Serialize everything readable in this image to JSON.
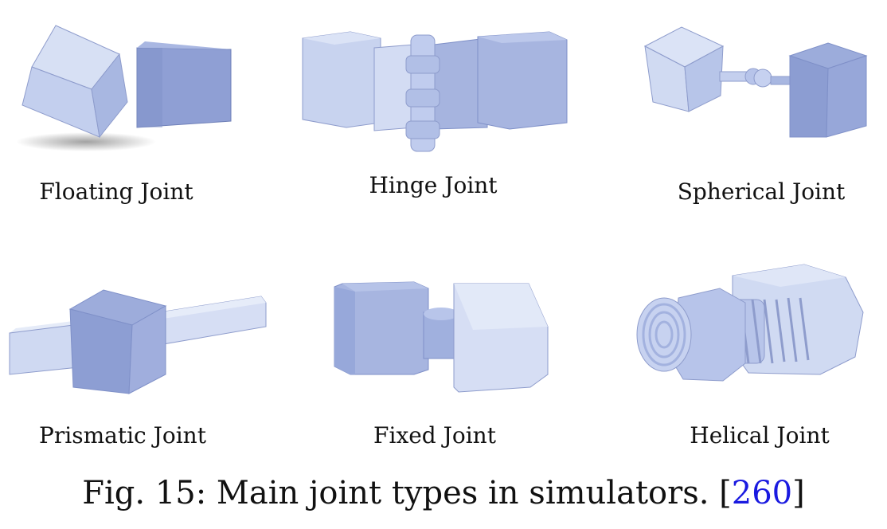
{
  "panels": {
    "floating": {
      "label": "Floating Joint"
    },
    "hinge": {
      "label": "Hinge Joint"
    },
    "spherical": {
      "label": "Spherical Joint"
    },
    "prismatic": {
      "label": "Prismatic Joint"
    },
    "fixed": {
      "label": "Fixed Joint"
    },
    "helical": {
      "label": "Helical Joint"
    }
  },
  "caption": {
    "text": "Fig. 15: Main joint types in simulators. [",
    "ref": "260",
    "close": "]"
  },
  "colors": {
    "light_face": "#c9d4ef",
    "mid_face": "#a9b8e2",
    "dark_face": "#8c9dd2",
    "edge": "#6f80b8",
    "reference_link": "#1a1ae0"
  }
}
